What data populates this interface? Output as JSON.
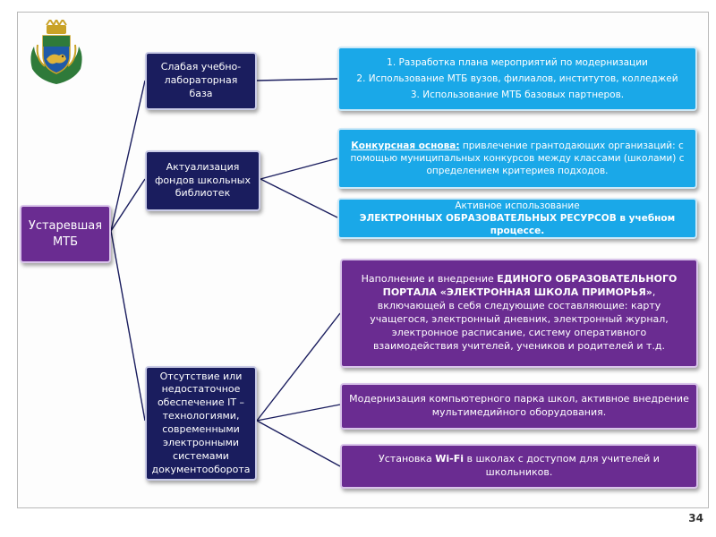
{
  "root": {
    "label": "Устаревшая МТБ"
  },
  "branches": [
    {
      "label": "Слабая учебно-лабораторная база"
    },
    {
      "label": "Актуализация фондов школьных библиотек"
    },
    {
      "label": "Отсутствие или недостаточное обеспечение IT – технологиями, современными электронными системами документооборота"
    }
  ],
  "outcomes": {
    "mtb_list": [
      "1. Разработка плана мероприятий по модернизации",
      "2. Использование МТБ вузов, филиалов, институтов, колледжей",
      "3. Использование МТБ базовых партнеров."
    ],
    "competitive": {
      "lead": "Конкурсная основа:",
      "text": " привлечение грантодающих организаций: с помощью муниципальных  конкурсов между классами (школами) с определением критериев подходов."
    },
    "resources": {
      "line1": "Активное использование",
      "line2": "ЭЛЕКТРОННЫХ  ОБРАЗОВАТЕЛЬНЫХ РЕСУРСОВ в учебном процессе."
    },
    "portal": {
      "before": "Наполнение и внедрение ",
      "bold": "ЕДИНОГО ОБРАЗОВАТЕЛЬНОГО ПОРТАЛА «ЭЛЕКТРОННАЯ ШКОЛА ПРИМОРЬЯ»",
      "after": ", включающей в себя следующие составляющие: карту учащегося, электронный дневник, электронный журнал, электронное расписание, систему оперативного взаимодействия учителей, учеников и родителей и т.д."
    },
    "computers": {
      "text": "Модернизация компьютерного парка школ, активное внедрение мультимедийного оборудования."
    },
    "wifi": {
      "before": "Установка ",
      "bold": "Wi-Fi",
      "after": "  в школах с  доступом для учителей и школьников."
    }
  },
  "page_number": "34",
  "colors": {
    "navy": "#1a1d5e",
    "purple": "#6a2c91",
    "blue": "#1aa8e8"
  },
  "emblem": {
    "icon": "primorye-coat-of-arms-icon"
  }
}
